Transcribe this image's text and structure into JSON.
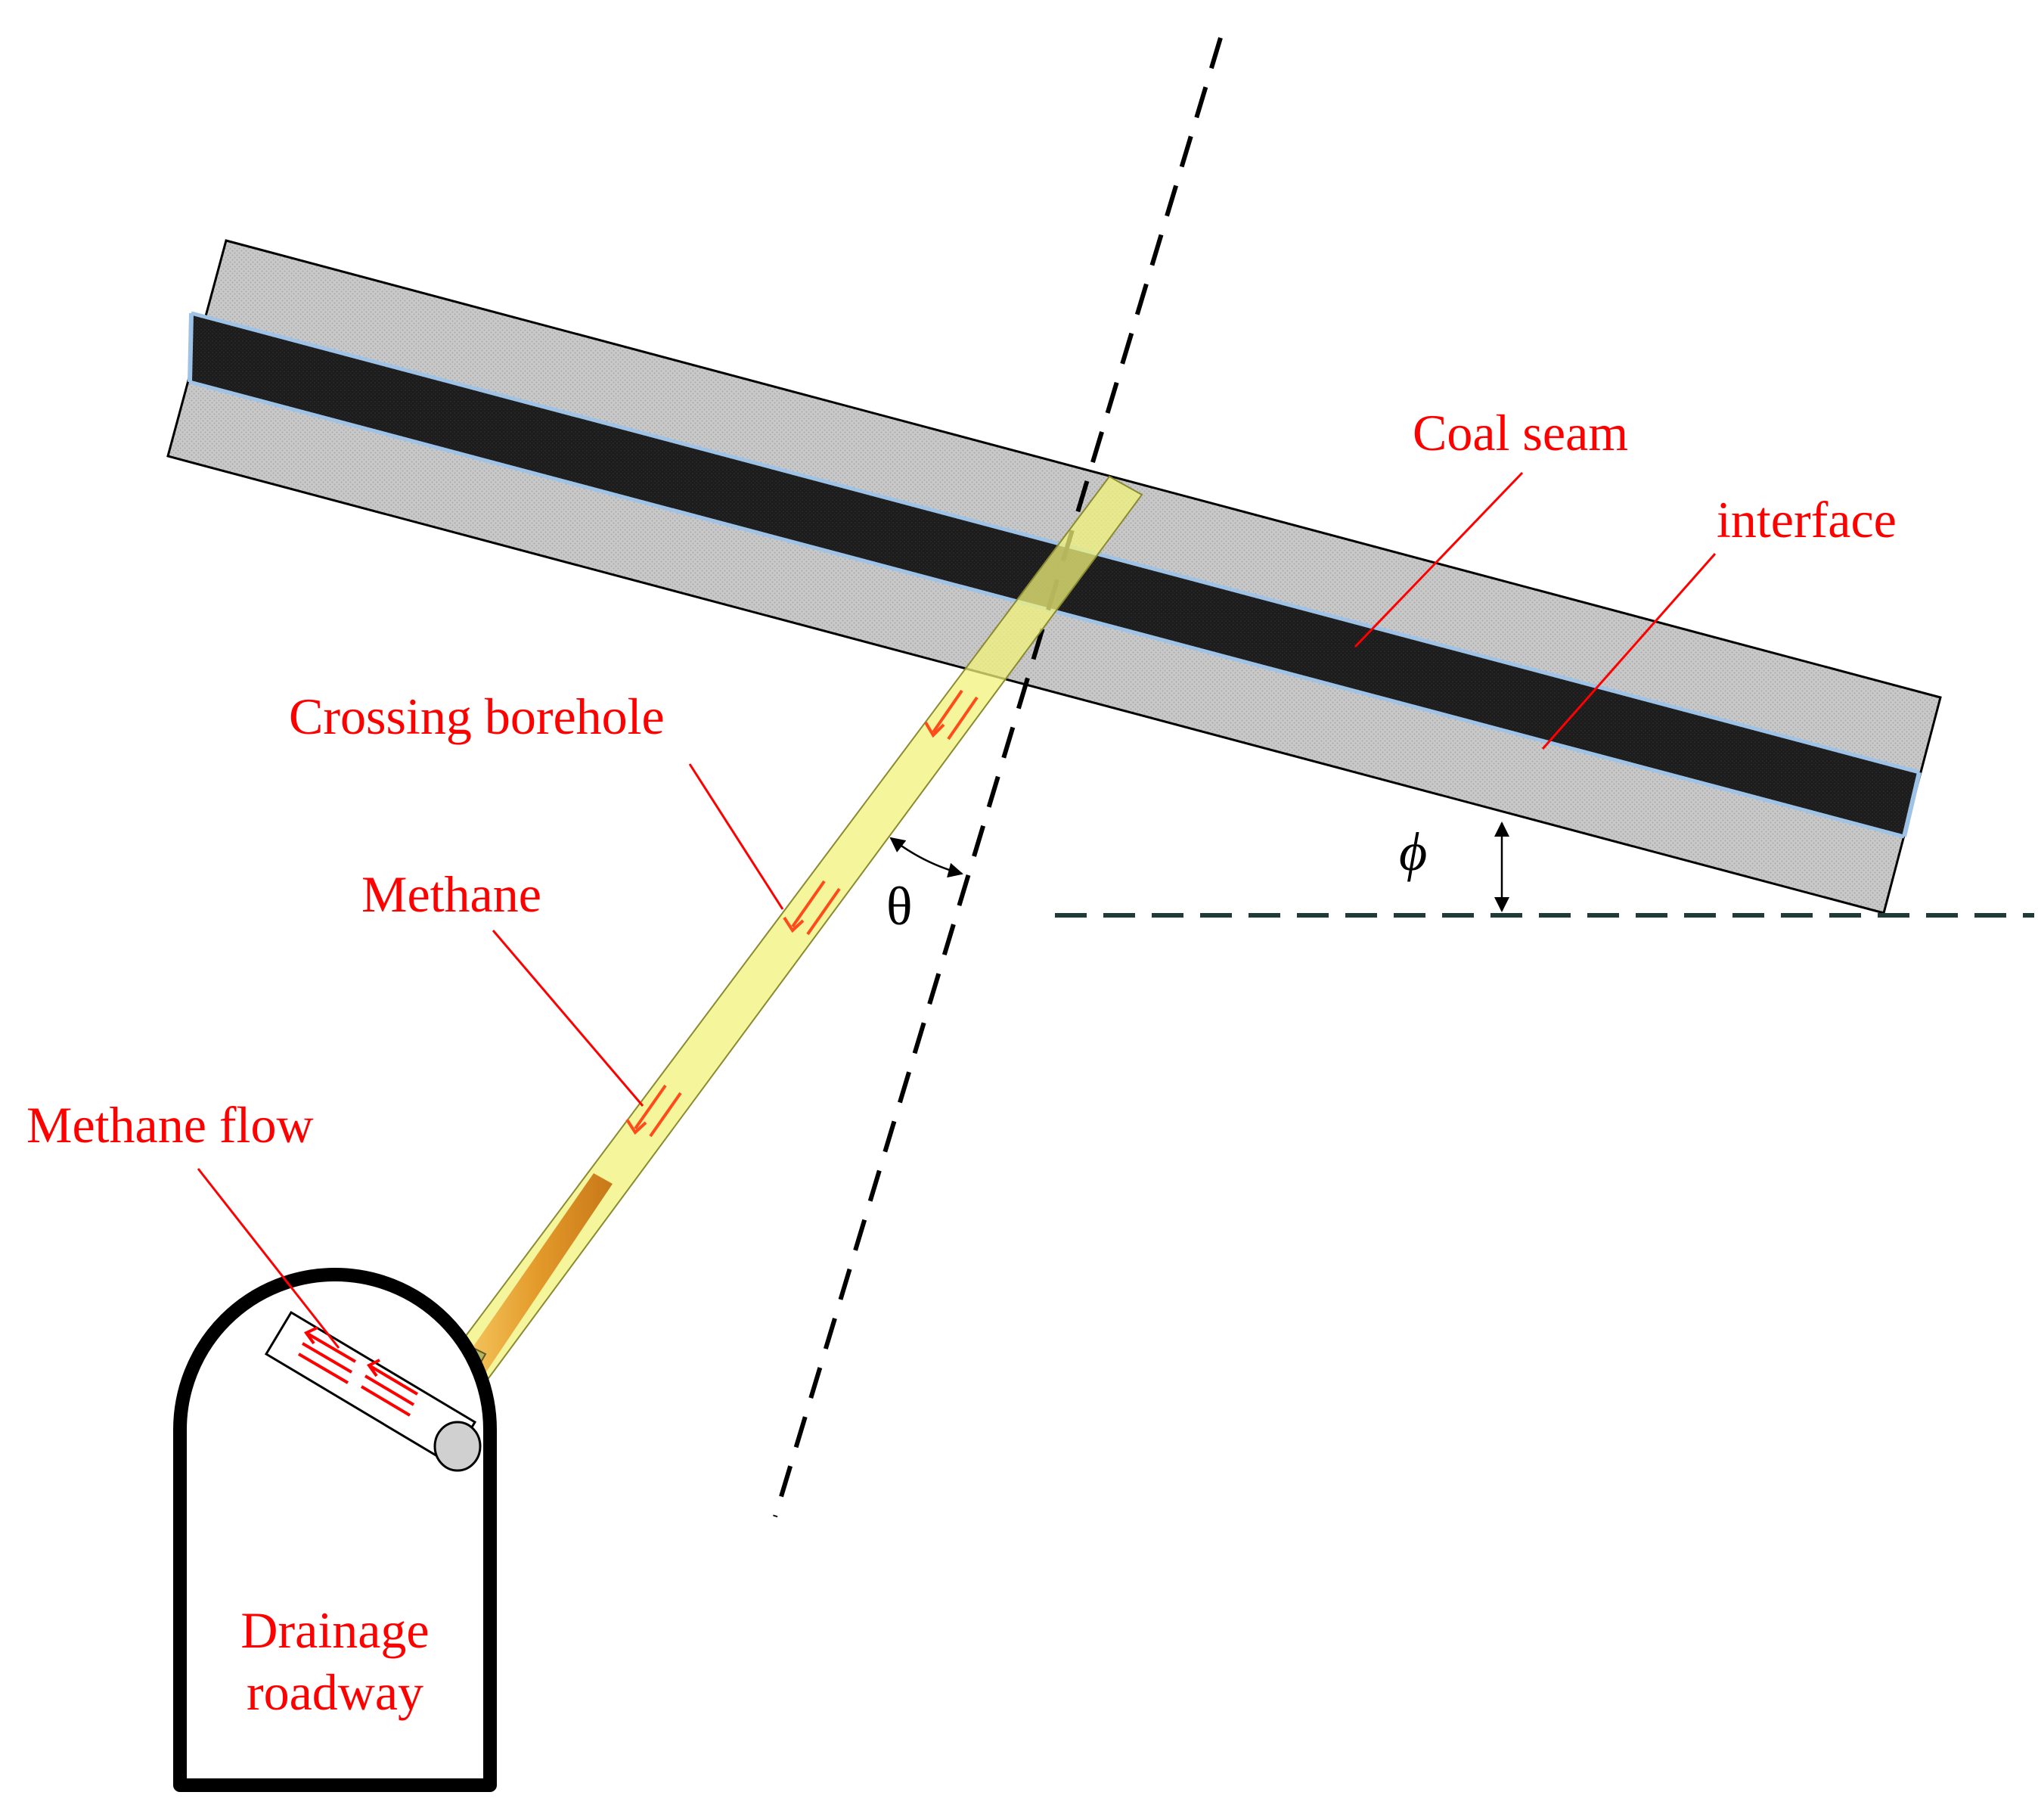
{
  "labels": {
    "coal_seam": "Coal seam",
    "interface": "interface",
    "crossing_borehole": "Crossing borehole",
    "methane": "Methane",
    "methane_flow": "Methane flow",
    "drainage_roadway_line1": "Drainage",
    "drainage_roadway_line2": "roadway",
    "theta": "θ",
    "phi": "ϕ"
  },
  "colors": {
    "label_red": "#ff0000",
    "seam_gray": "#c8c8c8",
    "coal_black": "#1a1a1a",
    "interface_blue": "#9fc3e7",
    "borehole_yellow": "#f2f27a",
    "pipe_orange": "#e8a030"
  }
}
